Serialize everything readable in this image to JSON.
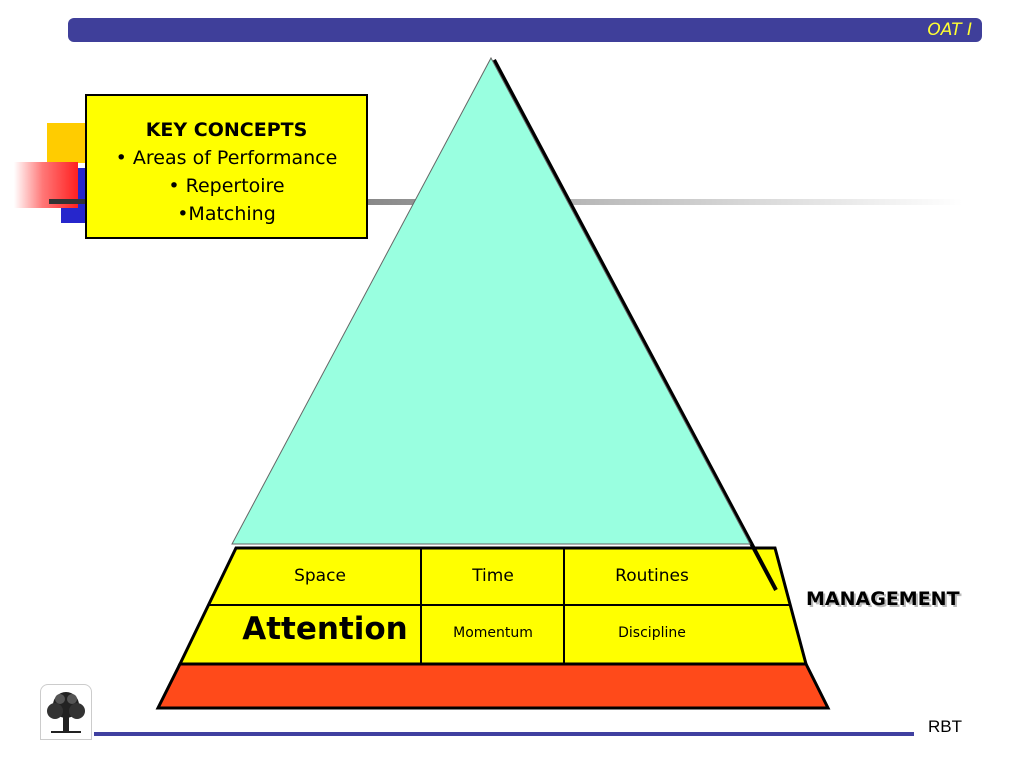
{
  "header": {
    "title": "OAT I"
  },
  "key_concepts": {
    "title": "KEY CONCEPTS",
    "items": [
      "• Areas of Performance",
      "• Repertoire",
      "•Matching"
    ]
  },
  "pyramid": {
    "row1": [
      "Space",
      "Time",
      "Routines"
    ],
    "row2": [
      "Attention",
      "Momentum",
      "Discipline"
    ],
    "side_label": "MANAGEMENT",
    "colors": {
      "apex": "#99ffe0",
      "band": "#ffff00",
      "base": "#ff4a1a",
      "header": "#3f3f9a",
      "header_text": "#ffff33"
    }
  },
  "footer": {
    "label": "RBT"
  }
}
